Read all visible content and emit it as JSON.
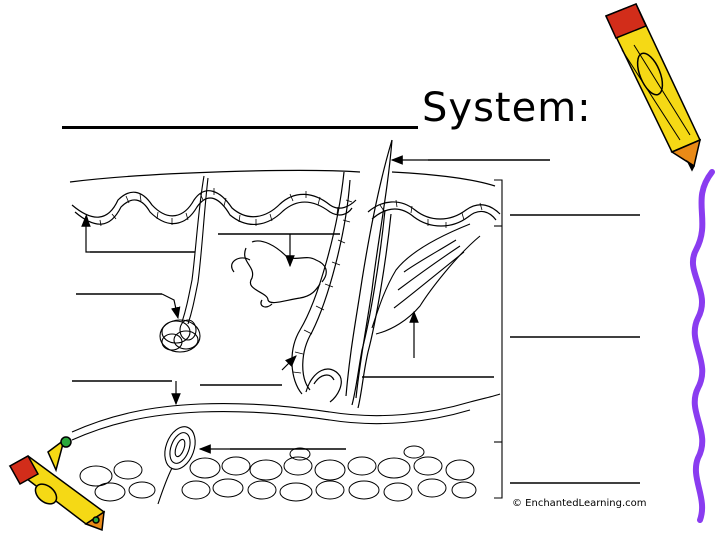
{
  "title": {
    "blank": "",
    "word": "System:"
  },
  "diagram": {
    "subject": "skin cross-section",
    "label_blank_count": 13
  },
  "credit": "© EnchantedLearning.com",
  "clipart": {
    "top_right": "pencil-icon",
    "bottom_left": "pencil-icon"
  },
  "colors": {
    "pencil_yellow": "#f5d915",
    "pencil_orange": "#e98a17",
    "pencil_red": "#d22d1a",
    "squiggle_purple": "#8a3cf0",
    "line": "#000000"
  }
}
